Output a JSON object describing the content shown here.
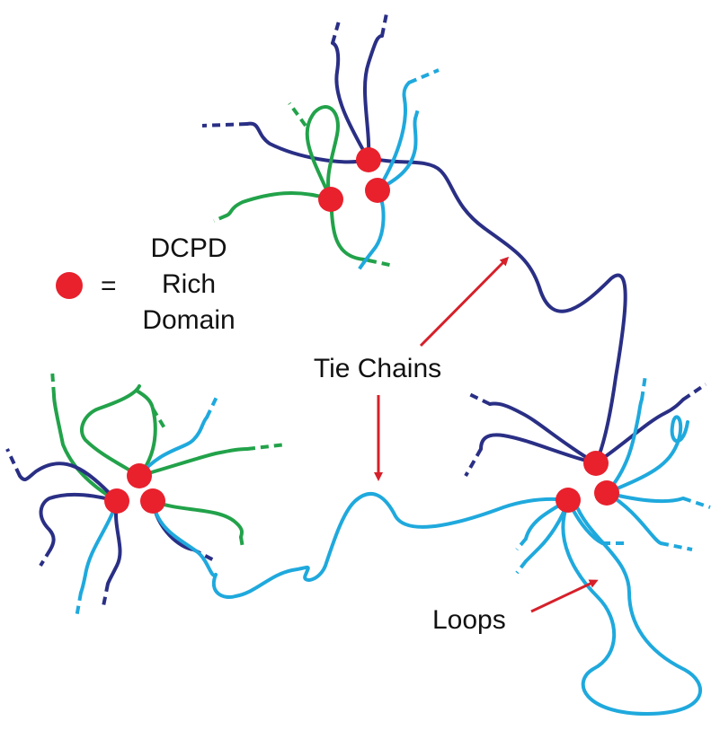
{
  "colors": {
    "navy": "#2a2f85",
    "green": "#22a24a",
    "cyan": "#1fa9dd",
    "domain": "#e8212d",
    "arrow": "#d6202a",
    "text": "#111111"
  },
  "legend": {
    "symbol": "red-circle",
    "equals": "=",
    "line1": "DCPD",
    "line2": "Rich",
    "line3": "Domain"
  },
  "labels": {
    "tie_chains": "Tie Chains",
    "loops": "Loops"
  }
}
